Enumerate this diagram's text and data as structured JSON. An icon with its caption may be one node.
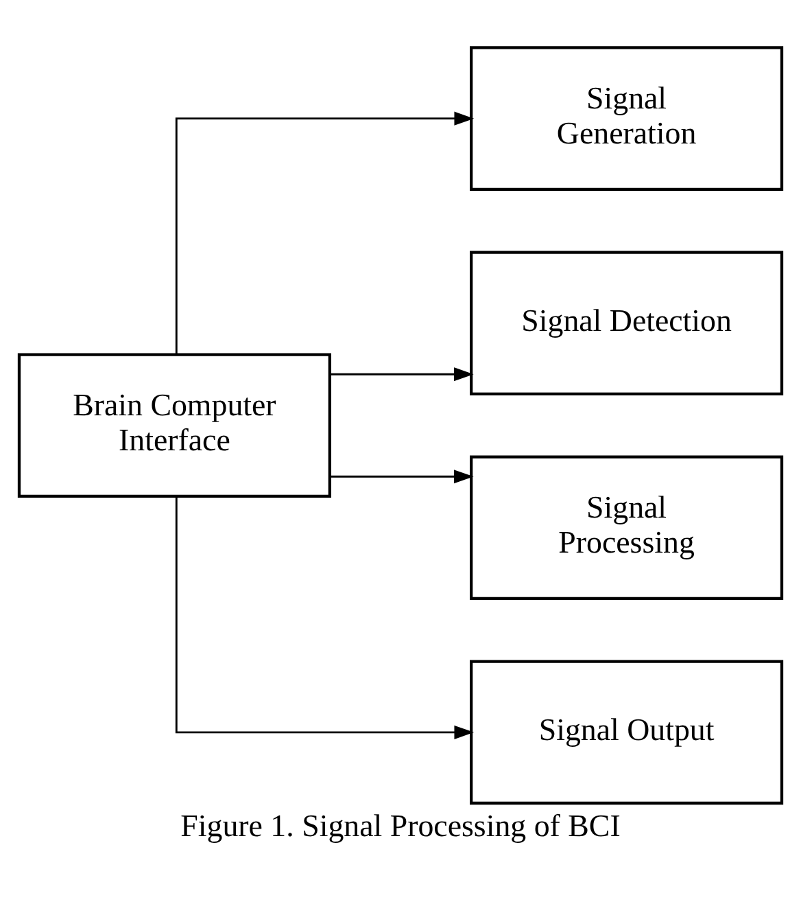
{
  "diagram": {
    "caption": "Figure 1. Signal Processing of BCI",
    "nodes": [
      {
        "text": [
          "Brain Computer Interface"
        ]
      },
      {
        "text": [
          "Signal Generation"
        ]
      },
      {
        "text": [
          "Signal Detection"
        ]
      },
      {
        "text": [
          "Signal Processing"
        ]
      },
      {
        "text": [
          "Signal Output"
        ]
      }
    ],
    "edges": [
      {
        "from": 0,
        "to": 1,
        "arrow": "to"
      },
      {
        "from": 0,
        "to": 2,
        "arrow": "to"
      },
      {
        "from": 0,
        "to": 3,
        "arrow": "to"
      },
      {
        "from": 0,
        "to": 4,
        "arrow": "to"
      }
    ]
  }
}
